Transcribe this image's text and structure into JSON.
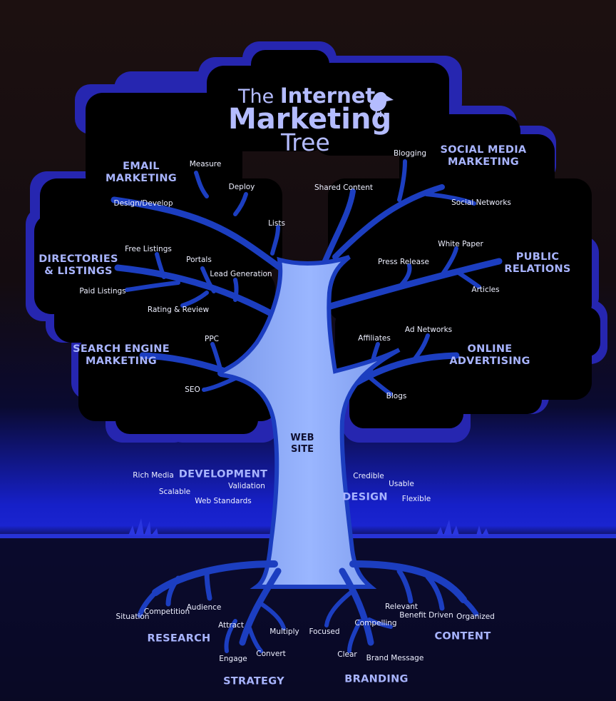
{
  "title": {
    "the": "The",
    "internet": "Internet",
    "marketing": "Marketing",
    "tree": "Tree"
  },
  "trunk_label": {
    "line1": "WEB",
    "line2": "SITE"
  },
  "categories": {
    "email": {
      "line1": "EMAIL",
      "line2": "MARKETING"
    },
    "social": {
      "line1": "SOCIAL MEDIA",
      "line2": "MARKETING"
    },
    "directories": {
      "line1": "DIRECTORIES",
      "line2": "& LISTINGS"
    },
    "public": {
      "line1": "PUBLIC",
      "line2": "RELATIONS"
    },
    "search": {
      "line1": "SEARCH ENGINE",
      "line2": "MARKETING"
    },
    "online": {
      "line1": "ONLINE",
      "line2": "ADVERTISING"
    },
    "development": "DEVELOPMENT",
    "design": "DESIGN",
    "research": "RESEARCH",
    "strategy": "STRATEGY",
    "branding": "BRANDING",
    "content": "CONTENT"
  },
  "leaves": {
    "measure": "Measure",
    "deploy": "Deploy",
    "design_develop": "Design/Develop",
    "lists": "Lists",
    "shared_content": "Shared Content",
    "blogging": "Blogging",
    "social_networks": "Social Networks",
    "free_listings": "Free Listings",
    "portals": "Portals",
    "lead_generation": "Lead Generation",
    "paid_listings": "Paid Listings",
    "rating_review": "Rating & Review",
    "white_paper": "White Paper",
    "press_release": "Press Release",
    "articles": "Articles",
    "ppc": "PPC",
    "seo": "SEO",
    "affiliates": "Affiliates",
    "ad_networks": "Ad Networks",
    "blogs": "Blogs",
    "rich_media": "Rich Media",
    "validation": "Validation",
    "scalable": "Scalable",
    "web_standards": "Web Standards",
    "credible": "Credible",
    "usable": "Usable",
    "flexible": "Flexible",
    "situation": "Situation",
    "competition": "Competition",
    "audience": "Audience",
    "attract": "Attract",
    "multiply": "Multiply",
    "engage": "Engage",
    "convert": "Convert",
    "focused": "Focused",
    "clear": "Clear",
    "compelling": "Compelling",
    "brand_message": "Brand Message",
    "relevant": "Relevant",
    "benefit_driven": "Benefit Driven",
    "organized": "Organized"
  },
  "colors": {
    "canopy": "#000000",
    "canopy_glow": "#2a2ab8",
    "branch": "#1a3db4",
    "trunk": "#86a6f2",
    "category_text": "#a8b4ff",
    "leaf_text": "#eef0ff",
    "ground": "#1a24d0"
  },
  "icons": [
    "bird-icon",
    "grass-tuft-icon"
  ]
}
